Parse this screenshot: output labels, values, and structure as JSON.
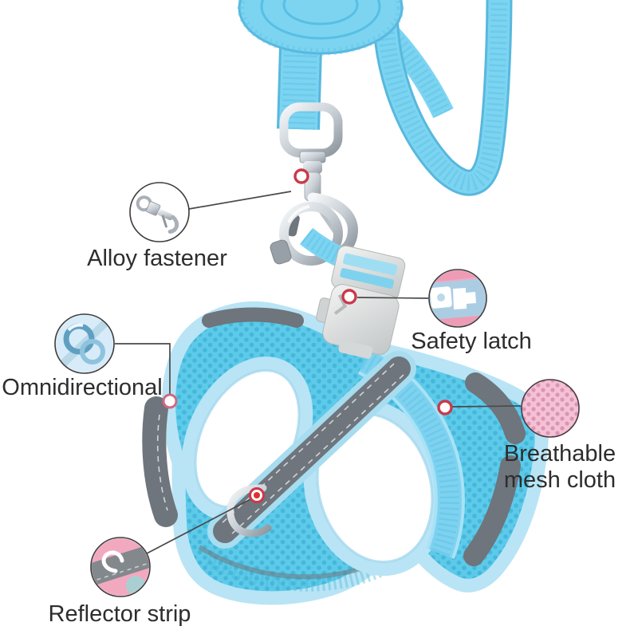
{
  "image": {
    "description": "Annotated product photo of a light blue pet harness and leash set with five feature callouts on a white background"
  },
  "product": {
    "items": [
      "leash-coil",
      "leash-handle-loop",
      "leash-strap",
      "alloy-snap-hook",
      "metal-o-ring",
      "release-buckle",
      "mesh-vest",
      "reflective-straps",
      "d-ring"
    ],
    "colors": {
      "leash_blue": "#7cd4f1",
      "trim_pale_blue": "#b9e4f5",
      "mesh_blue": "#5dcae9",
      "mesh_dot_blue": "#2fa7cf",
      "reflective_gray": "#6e757c",
      "buckle_white": "#dcdede",
      "metal_silver": "#c9d0d6",
      "marker_red": "#cc3344",
      "callout_pink": "#f2a9c0",
      "pink_mesh": "#f5c1d4"
    }
  },
  "callouts": [
    {
      "id": "alloy-fastener",
      "label": "Alloy fastener",
      "detail": "metal-snap-hook-closeup"
    },
    {
      "id": "safety-latch",
      "label": "Safety latch",
      "detail": "plastic-buckle-closeup"
    },
    {
      "id": "omnidirectional",
      "label": "Omnidirectional",
      "detail": "swivel-ring-closeup"
    },
    {
      "id": "breathable-mesh-cloth",
      "label": "Breathable mesh cloth",
      "label_line1": "Breathable",
      "label_line2": "mesh cloth",
      "detail": "pink-mesh-closeup"
    },
    {
      "id": "reflector-strip",
      "label": "Reflector strip",
      "detail": "reflective-band-with-dring-closeup"
    }
  ]
}
